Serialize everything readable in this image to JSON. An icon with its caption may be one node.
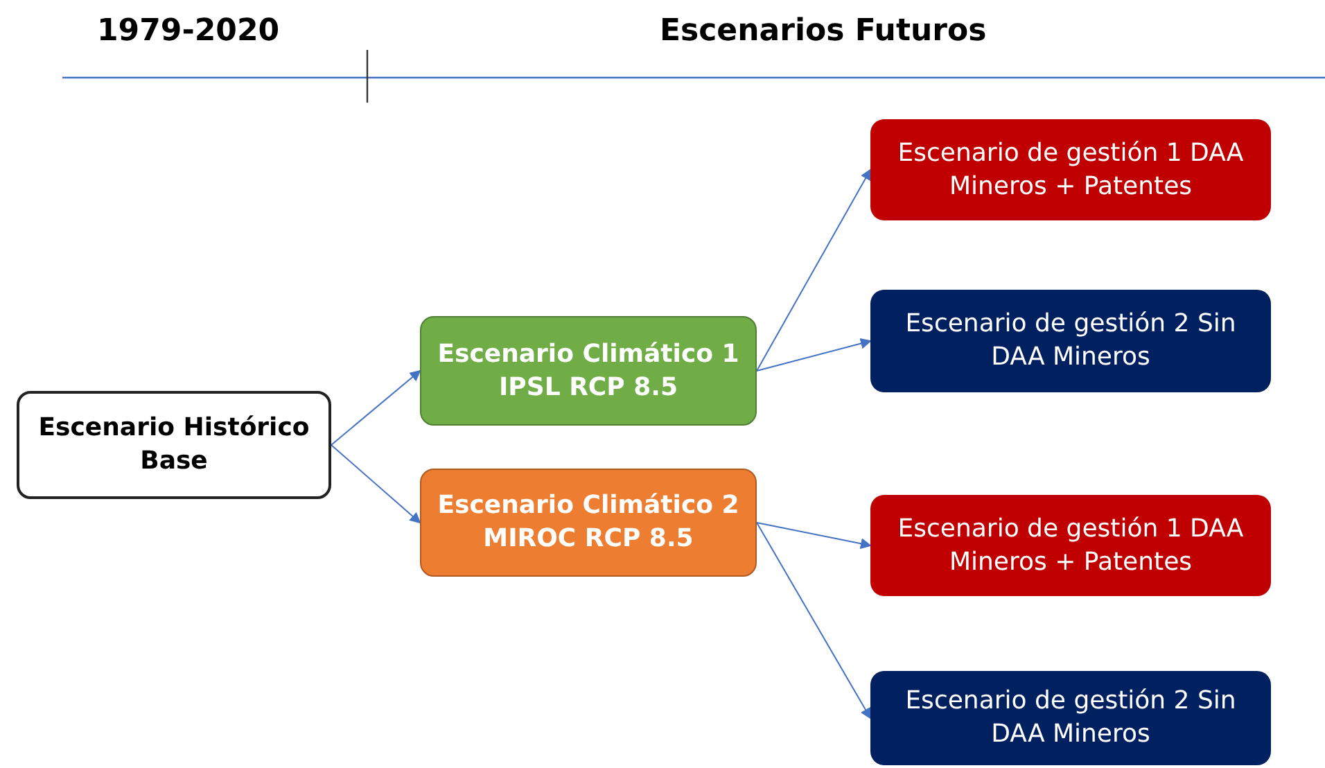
{
  "diagram": {
    "nodes": [
      {
        "text": [
          "Escenario Histórico Base"
        ]
      },
      {
        "text": [
          "Escenario Climático 1 IPSL RCP 8.5"
        ]
      },
      {
        "text": [
          "Escenario Climático 2 MIROC RCP 8.5"
        ]
      },
      {
        "text": [
          "Escenario de gestión 1 DAA Mineros + Patentes"
        ]
      },
      {
        "text": [
          "Escenario de gestión 2 Sin DAA Mineros"
        ]
      },
      {
        "text": [
          "Escenario de gestión 1 DAA Mineros + Patentes"
        ]
      },
      {
        "text": [
          "Escenario de gestión 2 Sin DAA Mineros"
        ]
      }
    ],
    "edges": [
      {
        "from": 0,
        "to": 1,
        "arrow": "to"
      },
      {
        "from": 0,
        "to": 2,
        "arrow": "to"
      },
      {
        "from": 1,
        "to": 3,
        "arrow": "to"
      },
      {
        "from": 1,
        "to": 4,
        "arrow": "to"
      },
      {
        "from": 2,
        "to": 5,
        "arrow": "to"
      },
      {
        "from": 2,
        "to": 6,
        "arrow": "to"
      }
    ],
    "labels": [
      "1979-2020",
      "Escenarios Futuros"
    ]
  }
}
